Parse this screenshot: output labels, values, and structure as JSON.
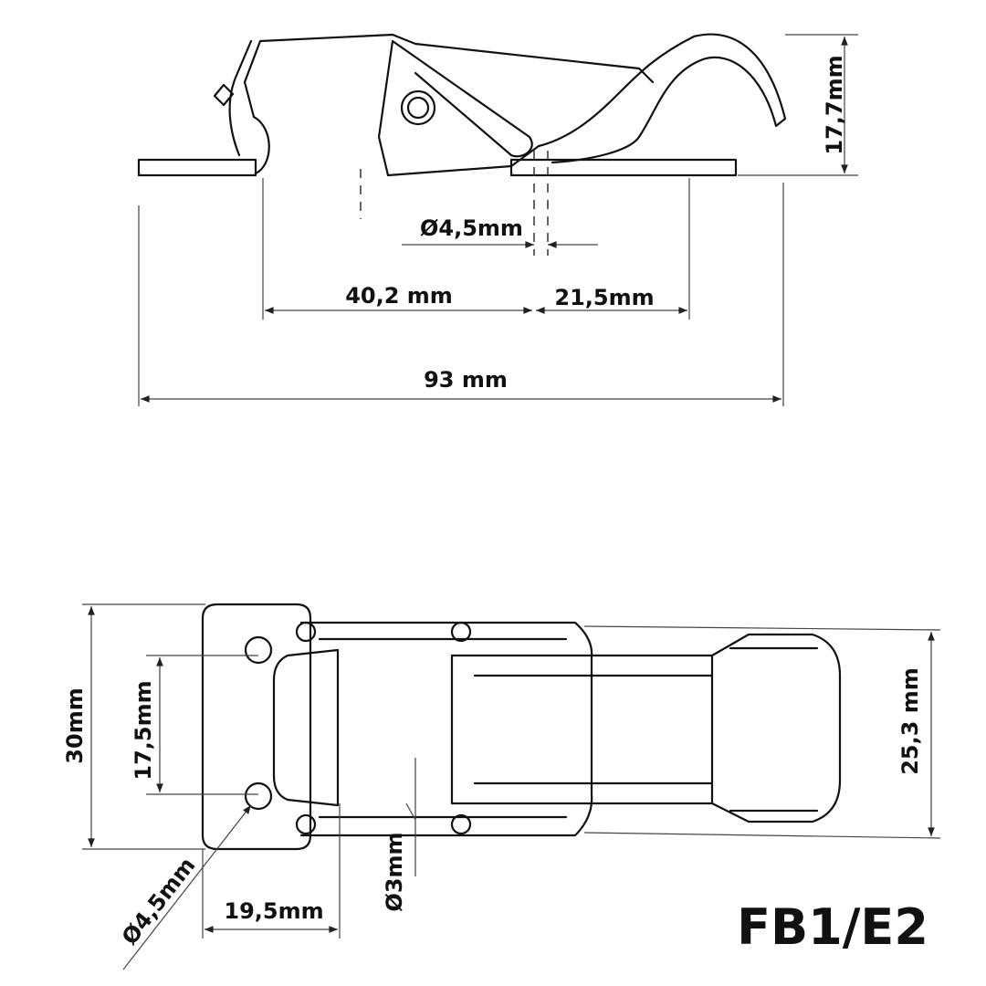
{
  "side_view": {
    "height_label": "17,7mm",
    "hole_diameter_label": "Ø4,5mm",
    "hole_spacing_label": "40,2 mm",
    "hole_to_end_label": "21,5mm",
    "overall_length_label": "93 mm"
  },
  "top_view": {
    "width_label": "30mm",
    "hole_pitch_label": "17,5mm",
    "body_width_label": "25,3 mm",
    "hole_diameter_label": "Ø4,5mm",
    "plate_length_label": "19,5mm",
    "rivet_diameter_label": "Ø3mm"
  },
  "model_code": "FB1/E2"
}
